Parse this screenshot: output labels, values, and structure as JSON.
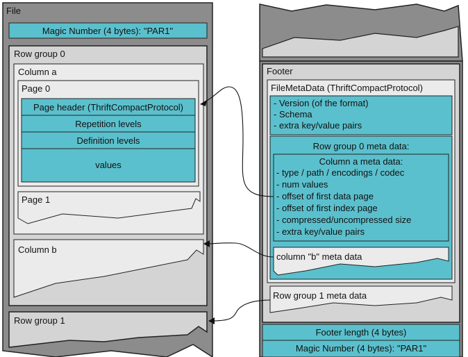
{
  "file": {
    "title": "File",
    "magic_header": "Magic Number (4 bytes): \"PAR1\"",
    "row_group_0": {
      "title": "Row group 0",
      "column_a": {
        "title": "Column a",
        "page_0": {
          "title": "Page 0",
          "page_header": "Page header (ThriftCompactProtocol)",
          "repetition_levels": "Repetition levels",
          "definition_levels": "Definition levels",
          "values": "values"
        },
        "page_1": {
          "title": "Page 1"
        }
      },
      "column_b": {
        "title": "Column b"
      }
    },
    "row_group_1": {
      "title": "Row group 1"
    }
  },
  "footer": {
    "title": "Footer",
    "file_metadata": {
      "title": "FileMetaData (ThriftCompactProtocol)",
      "items": [
        "- Version (of the format)",
        "- Schema",
        "- extra key/value pairs"
      ],
      "row_group_0_meta": {
        "title": "Row group 0 meta data:",
        "column_a_meta": {
          "title": "Column a meta data:",
          "items": [
            "- type / path / encodings / codec",
            "- num values",
            "- offset of first data page",
            "- offset of first index page",
            "- compressed/uncompressed size",
            "- extra key/value pairs"
          ]
        },
        "column_b_meta": "column \"b\" meta data"
      },
      "row_group_1_meta": "Row group 1 meta data"
    },
    "footer_length": "Footer length (4 bytes)",
    "magic_footer": "Magic Number (4 bytes): \"PAR1\""
  },
  "colors": {
    "outer_gray": "#8c8c8c",
    "panel_gray": "#d4d4d4",
    "inner_light": "#ebebeb",
    "teal": "#5bc0cd",
    "stroke": "#222222"
  }
}
